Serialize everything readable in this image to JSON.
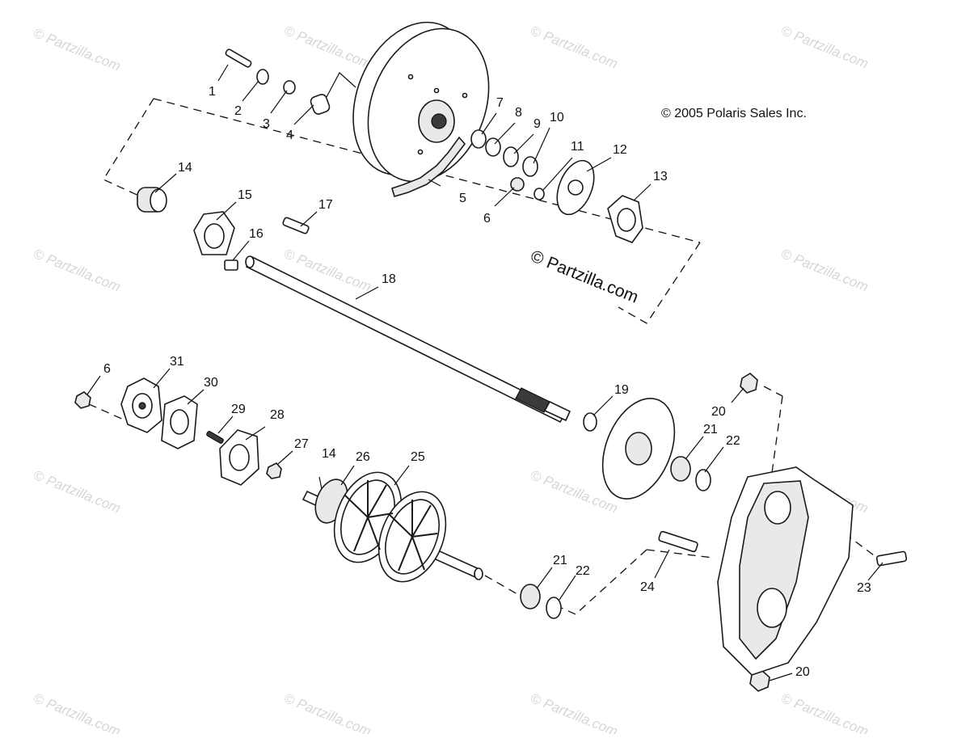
{
  "copyright": "© 2005 Polaris Sales Inc.",
  "watermark_big": "© Partzilla.com",
  "watermark_small": "© Partzilla.com",
  "callouts": [
    {
      "id": "1",
      "text": "1"
    },
    {
      "id": "2",
      "text": "2"
    },
    {
      "id": "3",
      "text": "3"
    },
    {
      "id": "4",
      "text": "4"
    },
    {
      "id": "5",
      "text": "5"
    },
    {
      "id": "6a",
      "text": "6"
    },
    {
      "id": "7",
      "text": "7"
    },
    {
      "id": "8",
      "text": "8"
    },
    {
      "id": "9",
      "text": "9"
    },
    {
      "id": "10",
      "text": "10"
    },
    {
      "id": "11",
      "text": "11"
    },
    {
      "id": "12",
      "text": "12"
    },
    {
      "id": "13",
      "text": "13"
    },
    {
      "id": "14a",
      "text": "14"
    },
    {
      "id": "15",
      "text": "15"
    },
    {
      "id": "16",
      "text": "16"
    },
    {
      "id": "17",
      "text": "17"
    },
    {
      "id": "18",
      "text": "18"
    },
    {
      "id": "19",
      "text": "19"
    },
    {
      "id": "20a",
      "text": "20"
    },
    {
      "id": "21a",
      "text": "21"
    },
    {
      "id": "22a",
      "text": "22"
    },
    {
      "id": "6b",
      "text": "6"
    },
    {
      "id": "31",
      "text": "31"
    },
    {
      "id": "30",
      "text": "30"
    },
    {
      "id": "29",
      "text": "29"
    },
    {
      "id": "28",
      "text": "28"
    },
    {
      "id": "27",
      "text": "27"
    },
    {
      "id": "14b",
      "text": "14"
    },
    {
      "id": "26",
      "text": "26"
    },
    {
      "id": "25",
      "text": "25"
    },
    {
      "id": "21b",
      "text": "21"
    },
    {
      "id": "22b",
      "text": "22"
    },
    {
      "id": "24",
      "text": "24"
    },
    {
      "id": "23",
      "text": "23"
    },
    {
      "id": "20b",
      "text": "20"
    }
  ]
}
